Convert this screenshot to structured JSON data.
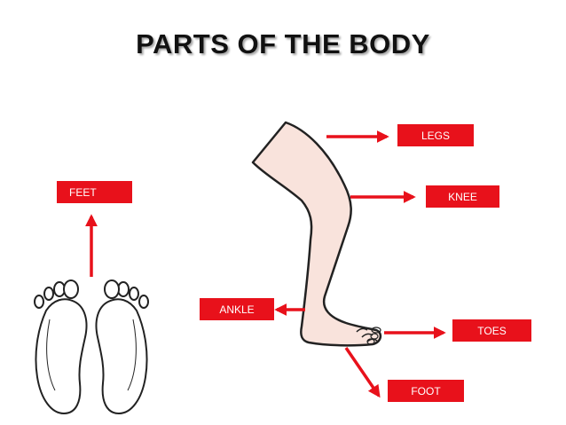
{
  "title": "PARTS OF THE BODY",
  "label_color": "#e8111b",
  "labels": {
    "legs": "LEGS",
    "knee": "KNEE",
    "feet": "FEET",
    "ankle": "ANKLE",
    "toes": "TOES",
    "foot": "FOOT"
  }
}
